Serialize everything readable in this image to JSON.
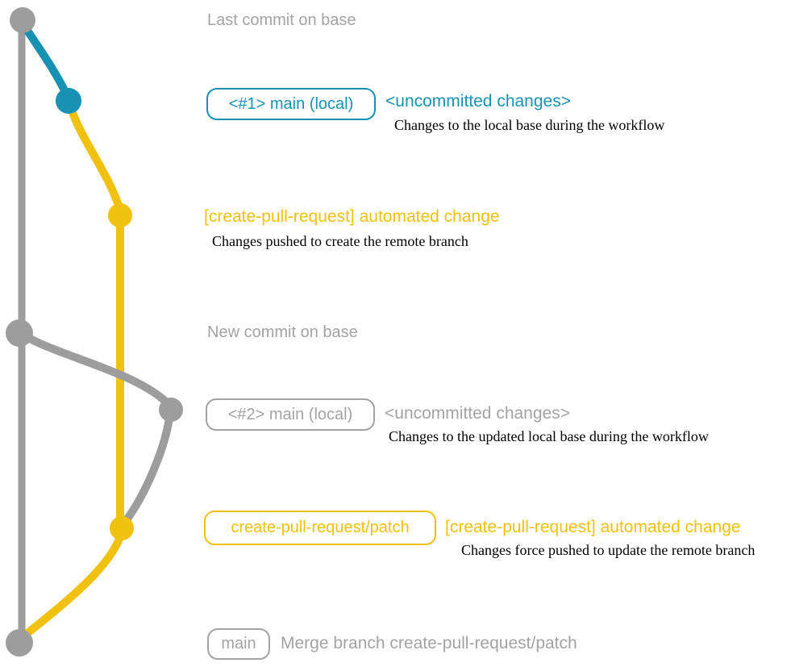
{
  "colors": {
    "base_gray": "#9d9d9d",
    "text_gray": "#a3a3a3",
    "local_blue": "#1792b3",
    "branch_yellow": "#f0c10f",
    "annotation_black": "#000000"
  },
  "graph": {
    "branches": [
      {
        "name": "base",
        "color_key": "base_gray"
      },
      {
        "name": "main-local-changes",
        "color_key": "local_blue"
      },
      {
        "name": "create-pull-request/patch",
        "color_key": "branch_yellow"
      }
    ],
    "commit_dots": [
      "last-commit-on-base",
      "local-uncommitted-1",
      "remote-branch-commit-1",
      "new-commit-on-base",
      "local-uncommitted-2",
      "remote-branch-commit-2",
      "merge-commit"
    ]
  },
  "annotations": {
    "top_label": "Last commit on base",
    "mid_label": "New commit on base",
    "row1": {
      "badge_label": "<#1> main (local)",
      "status_text": "<uncommitted changes>",
      "description": "Changes to the local base during the workflow"
    },
    "row2": {
      "heading": "[create-pull-request] automated change",
      "description": "Changes pushed to create the remote branch"
    },
    "row3": {
      "badge_label": "<#2> main (local)",
      "status_text": "<uncommitted changes>",
      "description": "Changes to the updated local base during the workflow"
    },
    "row4": {
      "badge_label": "create-pull-request/patch",
      "heading": "[create-pull-request] automated change",
      "description": "Changes force pushed to update the remote branch"
    },
    "row5": {
      "badge_label": "main",
      "message": "Merge branch create-pull-request/patch"
    }
  }
}
